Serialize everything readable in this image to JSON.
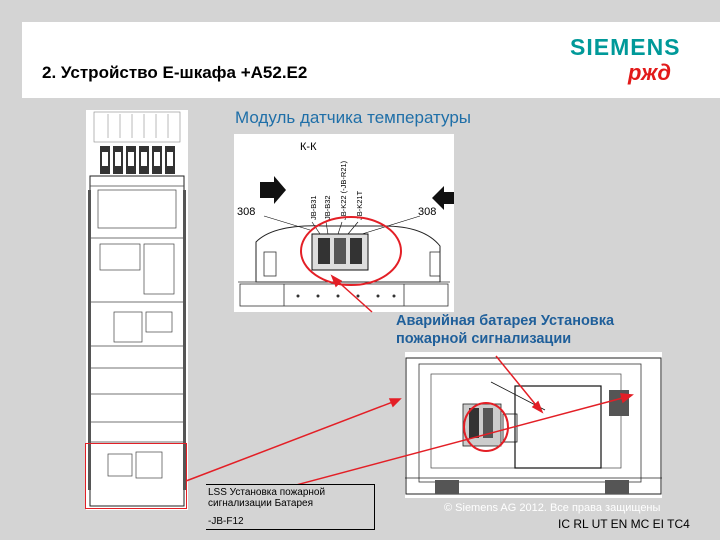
{
  "slide": {
    "title": "2. Устройство Е-шкафа +A52.E2",
    "subtitle": "Модуль датчика температуры",
    "annotation": "Аварийная батарея Установка пожарной сигнализации",
    "table": {
      "line1": "LSS Установка пожарной сигнализации Батарея",
      "line2": "-JB-F12"
    },
    "copyright": "© Siemens AG 2012. Все права защищены",
    "code": "IC RL UT EN MC EI TC4"
  },
  "logos": {
    "siemens": "SIEMENS",
    "rzd": "ржд"
  },
  "drawing": {
    "section_label": "К-К",
    "ref_left": "308",
    "ref_right": "308",
    "connectors": [
      "JB-B31",
      "JB-B32",
      "JB-K22 (-JB-R21)",
      "JB-K21T"
    ]
  },
  "colors": {
    "background": "#d4d4d4",
    "siemens": "#009999",
    "rzd": "#e21a1a",
    "accent_red": "#e31f26",
    "subtitle_blue": "#1f6fa8"
  }
}
